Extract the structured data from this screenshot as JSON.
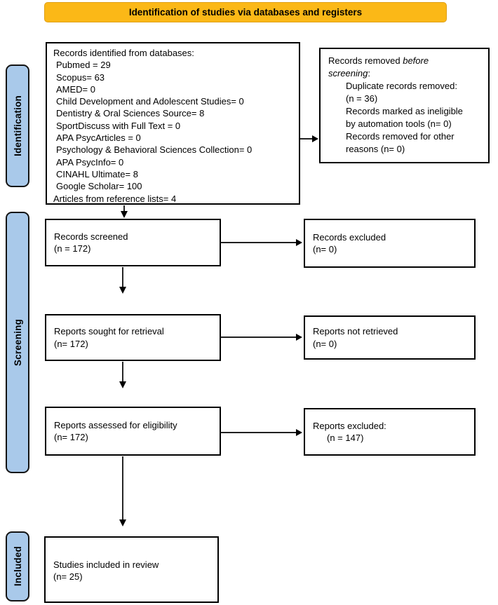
{
  "banner": {
    "title": "Identification of studies via databases and registers"
  },
  "stages": {
    "identification": "Identification",
    "screening": "Screening",
    "included": "Included"
  },
  "boxes": {
    "identified": {
      "title": "Records identified from databases:",
      "lines": [
        "Pubmed = 29",
        "Scopus= 63",
        "AMED= 0",
        "Child Development and Adolescent Studies= 0",
        "Dentistry & Oral Sciences Source= 8",
        "SportDiscuss with Full Text = 0",
        "APA PsycArticles = 0",
        "Psychology & Behavioral Sciences Collection= 0",
        "APA PsycInfo= 0",
        "CINAHL Ultimate= 8",
        "Google Scholar= 100"
      ],
      "footer": "Articles from reference lists= 4"
    },
    "removed": {
      "heading": {
        "line1_normal": "Records removed ",
        "line1_italic": "before",
        "line2_italic": "screening",
        "line2_suffix": ":"
      },
      "items": [
        {
          "line1": "Duplicate records removed:",
          "line2": "(n = 36)"
        },
        {
          "line1": "Records marked as ineligible",
          "line2": "by automation tools (n= 0)"
        },
        {
          "line1": "Records removed for other",
          "line2": "reasons (n= 0)"
        }
      ]
    },
    "screened": {
      "line1": "Records screened",
      "line2": "(n = 172)"
    },
    "excluded": {
      "line1": "Records excluded",
      "line2": "(n= 0)"
    },
    "sought": {
      "line1": "Reports sought for retrieval",
      "line2": "(n= 172)"
    },
    "not_retrieved": {
      "line1": "Reports not retrieved",
      "line2": "(n= 0)"
    },
    "assessed": {
      "line1": "Reports assessed for eligibility",
      "line2": "(n= 172)"
    },
    "reports_excluded": {
      "line1": "Reports excluded:",
      "line2": "(n = 147)"
    },
    "included": {
      "line1": "Studies included in review",
      "line2": "(n= 25)"
    }
  },
  "colors": {
    "banner-fill": "#FBB817",
    "banner-border": "#DFA018",
    "stage-fill": "#A9C9EA",
    "line": "#000000"
  }
}
